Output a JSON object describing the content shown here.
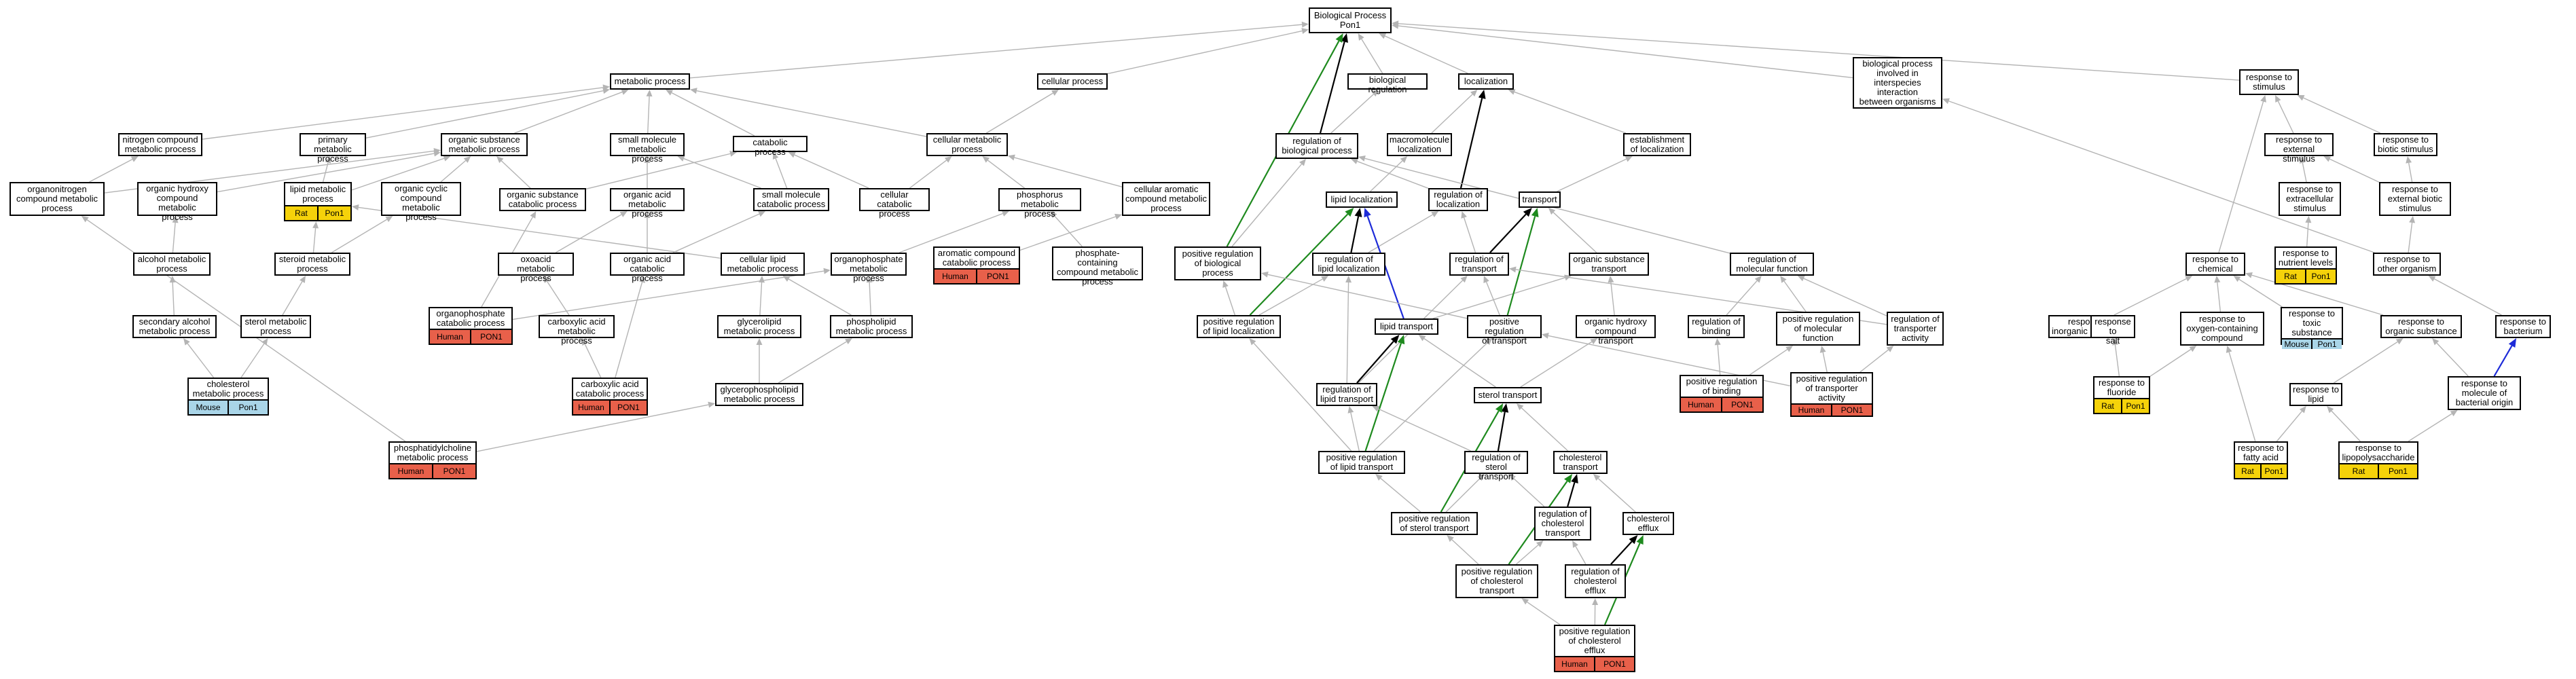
{
  "colors": {
    "edge_default": "#b4b4b4",
    "edge_black": "#000000",
    "edge_green": "#1e8a1e",
    "edge_blue": "#1d2bd8",
    "human": "#e8604a",
    "rat": "#f5d20a",
    "mouse": "#a9d5e8"
  },
  "nodes": [
    {
      "id": "bp",
      "label": "Biological Process\nPon1"
    },
    {
      "id": "metab",
      "label": "metabolic process"
    },
    {
      "id": "cellproc",
      "label": "cellular process"
    },
    {
      "id": "bioreg",
      "label": "biological regulation"
    },
    {
      "id": "loc",
      "label": "localization"
    },
    {
      "id": "interspecies",
      "label": "biological process\ninvolved in\ninterspecies\ninteraction\nbetween organisms"
    },
    {
      "id": "respstim",
      "label": "response to\nstimulus"
    },
    {
      "id": "nitro",
      "label": "nitrogen compound\nmetabolic process"
    },
    {
      "id": "primary",
      "label": "primary metabolic\nprocess"
    },
    {
      "id": "orgsub",
      "label": "organic substance\nmetabolic process"
    },
    {
      "id": "smallmol",
      "label": "small molecule\nmetabolic process"
    },
    {
      "id": "catab",
      "label": "catabolic process"
    },
    {
      "id": "cellmetab",
      "label": "cellular metabolic\nprocess"
    },
    {
      "id": "regbio",
      "label": "regulation of\nbiological process"
    },
    {
      "id": "macroloc",
      "label": "macromolecule\nlocalization"
    },
    {
      "id": "estloc",
      "label": "establishment\nof localization"
    },
    {
      "id": "respext",
      "label": "response to\nexternal stimulus"
    },
    {
      "id": "respbiotic",
      "label": "response to\nbiotic stimulus"
    },
    {
      "id": "orgnitro",
      "label": "organonitrogen\ncompound metabolic\nprocess"
    },
    {
      "id": "orghydroxy",
      "label": "organic hydroxy\ncompound metabolic\nprocess"
    },
    {
      "id": "lipidmetab",
      "label": "lipid metabolic\nprocess",
      "species": "Rat",
      "gene": "Pon1",
      "color": "rat"
    },
    {
      "id": "orgcyclic",
      "label": "organic cyclic\ncompound metabolic\nprocess"
    },
    {
      "id": "orgsubcat",
      "label": "organic substance\ncatabolic process"
    },
    {
      "id": "orgacid",
      "label": "organic acid\nmetabolic process"
    },
    {
      "id": "smallmolcat",
      "label": "small molecule\ncatabolic process"
    },
    {
      "id": "cellcat",
      "label": "cellular catabolic\nprocess"
    },
    {
      "id": "phosmetab",
      "label": "phosphorus metabolic\nprocess"
    },
    {
      "id": "cellarom",
      "label": "cellular aromatic\ncompound metabolic\nprocess"
    },
    {
      "id": "lipidloc",
      "label": "lipid localization"
    },
    {
      "id": "regloc",
      "label": "regulation of\nlocalization"
    },
    {
      "id": "transport",
      "label": "transport"
    },
    {
      "id": "respextra",
      "label": "response to\nextracellular\nstimulus"
    },
    {
      "id": "respextbio",
      "label": "response to\nexternal biotic\nstimulus"
    },
    {
      "id": "alcohol",
      "label": "alcohol metabolic\nprocess"
    },
    {
      "id": "steroid",
      "label": "steroid metabolic\nprocess"
    },
    {
      "id": "oxoacid",
      "label": "oxoacid metabolic\nprocess"
    },
    {
      "id": "orgacidcat",
      "label": "organic acid\ncatabolic process"
    },
    {
      "id": "celllipid",
      "label": "cellular lipid\nmetabolic process"
    },
    {
      "id": "organophos",
      "label": "organophosphate\nmetabolic process"
    },
    {
      "id": "aromcat",
      "label": "aromatic compound\ncatabolic process",
      "species": "Human",
      "gene": "PON1",
      "color": "human"
    },
    {
      "id": "phoscont",
      "label": "phosphate-containing\ncompound metabolic\nprocess"
    },
    {
      "id": "posregbio",
      "label": "positive regulation\nof biological\nprocess"
    },
    {
      "id": "reglipidloc",
      "label": "regulation of\nlipid localization"
    },
    {
      "id": "regtransport",
      "label": "regulation of\ntransport"
    },
    {
      "id": "orgsubtrans",
      "label": "organic substance\ntransport"
    },
    {
      "id": "regmolfunc",
      "label": "regulation of\nmolecular function"
    },
    {
      "id": "respchem",
      "label": "response to\nchemical"
    },
    {
      "id": "respnutrient",
      "label": "response to\nnutrient levels",
      "species": "Rat",
      "gene": "Pon1",
      "color": "rat"
    },
    {
      "id": "respother",
      "label": "response to\nother organism"
    },
    {
      "id": "secalcohol",
      "label": "secondary alcohol\nmetabolic process"
    },
    {
      "id": "sterol",
      "label": "sterol metabolic\nprocess"
    },
    {
      "id": "organophoscat",
      "label": "organophosphate\ncatabolic process",
      "species": "Human",
      "gene": "PON1",
      "color": "human"
    },
    {
      "id": "carbox",
      "label": "carboxylic acid\nmetabolic process"
    },
    {
      "id": "glycerolipid",
      "label": "glycerolipid\nmetabolic process"
    },
    {
      "id": "phospholipid",
      "label": "phospholipid\nmetabolic process"
    },
    {
      "id": "posreglipidloc",
      "label": "positive regulation\nof lipid localization"
    },
    {
      "id": "lipidtrans",
      "label": "lipid transport"
    },
    {
      "id": "posregtrans",
      "label": "positive regulation\nof transport"
    },
    {
      "id": "orghydroxytrans",
      "label": "organic hydroxy\ncompound transport"
    },
    {
      "id": "regbinding",
      "label": "regulation of\nbinding"
    },
    {
      "id": "posregmolfunc",
      "label": "positive regulation\nof molecular\nfunction"
    },
    {
      "id": "regtransact",
      "label": "regulation of\ntransporter\nactivity"
    },
    {
      "id": "respinorg",
      "label": "response to\ninorganic substance"
    },
    {
      "id": "respsalt",
      "label": "response to\nsalt"
    },
    {
      "id": "respoxygen",
      "label": "response to\noxygen-containing\ncompound"
    },
    {
      "id": "resptoxic",
      "label": "response to\ntoxic substance",
      "species": "Mouse",
      "gene": "Pon1",
      "color": "mouse"
    },
    {
      "id": "resporgsub",
      "label": "response to\norganic substance"
    },
    {
      "id": "respbacterium",
      "label": "response to\nbacterium"
    },
    {
      "id": "cholmetab",
      "label": "cholesterol\nmetabolic process",
      "species": "Mouse",
      "gene": "Pon1",
      "color": "mouse"
    },
    {
      "id": "carboxcat",
      "label": "carboxylic acid\ncatabolic process",
      "species": "Human",
      "gene": "PON1",
      "color": "human"
    },
    {
      "id": "glycerophos",
      "label": "glycerophospholipid\nmetabolic process"
    },
    {
      "id": "reglipidtrans",
      "label": "regulation of\nlipid transport"
    },
    {
      "id": "steroltrans",
      "label": "sterol transport"
    },
    {
      "id": "posregbinding",
      "label": "positive regulation\nof binding",
      "species": "Human",
      "gene": "PON1",
      "color": "human"
    },
    {
      "id": "posregtransact",
      "label": "positive regulation\nof transporter\nactivity",
      "species": "Human",
      "gene": "PON1",
      "color": "human"
    },
    {
      "id": "respfluoride",
      "label": "response to\nfluoride",
      "species": "Rat",
      "gene": "Pon1",
      "color": "rat"
    },
    {
      "id": "resplipid",
      "label": "response to\nlipid"
    },
    {
      "id": "respmolbact",
      "label": "response to\nmolecule of\nbacterial origin"
    },
    {
      "id": "phoschol",
      "label": "phosphatidylcholine\nmetabolic process",
      "species": "Human",
      "gene": "PON1",
      "color": "human"
    },
    {
      "id": "posreglipidtrans",
      "label": "positive regulation\nof lipid transport"
    },
    {
      "id": "regsteroltrans",
      "label": "regulation of\nsterol transport"
    },
    {
      "id": "choltrans",
      "label": "cholesterol\ntransport"
    },
    {
      "id": "respfatty",
      "label": "response to\nfatty acid",
      "species": "Rat",
      "gene": "Pon1",
      "color": "rat"
    },
    {
      "id": "resplps",
      "label": "response to\nlipopolysaccharide",
      "species": "Rat",
      "gene": "Pon1",
      "color": "rat"
    },
    {
      "id": "posregsteroltrans",
      "label": "positive regulation\nof sterol transport"
    },
    {
      "id": "regcholtrans",
      "label": "regulation of\ncholesterol\ntransport"
    },
    {
      "id": "cholefflux",
      "label": "cholesterol\nefflux"
    },
    {
      "id": "posregcholtrans",
      "label": "positive regulation\nof cholesterol\ntransport"
    },
    {
      "id": "regcholefflux",
      "label": "regulation of\ncholesterol\nefflux"
    },
    {
      "id": "posregcholefflux",
      "label": "positive regulation\nof cholesterol\nefflux",
      "species": "Human",
      "gene": "PON1",
      "color": "human"
    }
  ],
  "edges": [
    [
      "metab",
      "bp"
    ],
    [
      "cellproc",
      "bp"
    ],
    [
      "bioreg",
      "bp"
    ],
    [
      "loc",
      "bp"
    ],
    [
      "interspecies",
      "bp"
    ],
    [
      "respstim",
      "bp"
    ],
    [
      "nitro",
      "metab"
    ],
    [
      "primary",
      "metab"
    ],
    [
      "orgsub",
      "metab"
    ],
    [
      "smallmol",
      "metab"
    ],
    [
      "catab",
      "metab"
    ],
    [
      "cellmetab",
      "metab"
    ],
    [
      "cellmetab",
      "cellproc"
    ],
    [
      "regbio",
      "bioreg"
    ],
    [
      "regbio",
      "bp",
      "black"
    ],
    [
      "macroloc",
      "loc"
    ],
    [
      "estloc",
      "loc"
    ],
    [
      "respext",
      "respstim"
    ],
    [
      "respbiotic",
      "respstim"
    ],
    [
      "orgnitro",
      "nitro"
    ],
    [
      "orgnitro",
      "orgsub"
    ],
    [
      "orghydroxy",
      "orgsub"
    ],
    [
      "lipidmetab",
      "primary"
    ],
    [
      "lipidmetab",
      "orgsub"
    ],
    [
      "orgcyclic",
      "orgsub"
    ],
    [
      "orgsubcat",
      "orgsub"
    ],
    [
      "orgsubcat",
      "catab"
    ],
    [
      "orgacid",
      "smallmol"
    ],
    [
      "smallmolcat",
      "smallmol"
    ],
    [
      "smallmolcat",
      "catab"
    ],
    [
      "cellcat",
      "catab"
    ],
    [
      "cellcat",
      "cellmetab"
    ],
    [
      "phosmetab",
      "cellmetab"
    ],
    [
      "cellarom",
      "cellmetab"
    ],
    [
      "lipidloc",
      "macroloc"
    ],
    [
      "regloc",
      "regbio"
    ],
    [
      "regloc",
      "loc",
      "black"
    ],
    [
      "transport",
      "estloc"
    ],
    [
      "respextra",
      "respext"
    ],
    [
      "respextbio",
      "respext"
    ],
    [
      "respextbio",
      "respbiotic"
    ],
    [
      "alcohol",
      "orghydroxy"
    ],
    [
      "steroid",
      "lipidmetab"
    ],
    [
      "steroid",
      "orgcyclic"
    ],
    [
      "oxoacid",
      "orgacid"
    ],
    [
      "orgacidcat",
      "orgacid"
    ],
    [
      "orgacidcat",
      "smallmolcat"
    ],
    [
      "celllipid",
      "lipidmetab"
    ],
    [
      "organophos",
      "phosmetab"
    ],
    [
      "aromcat",
      "cellarom"
    ],
    [
      "phoscont",
      "phosmetab"
    ],
    [
      "posregbio",
      "regbio"
    ],
    [
      "posregbio",
      "bp",
      "green"
    ],
    [
      "reglipidloc",
      "regloc"
    ],
    [
      "reglipidloc",
      "lipidloc",
      "black"
    ],
    [
      "regtransport",
      "regloc"
    ],
    [
      "regtransport",
      "transport",
      "black"
    ],
    [
      "orgsubtrans",
      "transport"
    ],
    [
      "regmolfunc",
      "regbio"
    ],
    [
      "respchem",
      "respstim"
    ],
    [
      "respnutrient",
      "respextra"
    ],
    [
      "respother",
      "respextbio"
    ],
    [
      "respother",
      "interspecies"
    ],
    [
      "secalcohol",
      "alcohol"
    ],
    [
      "sterol",
      "steroid"
    ],
    [
      "organophoscat",
      "organophos"
    ],
    [
      "organophoscat",
      "orgsubcat"
    ],
    [
      "carbox",
      "oxoacid"
    ],
    [
      "glycerolipid",
      "celllipid"
    ],
    [
      "phospholipid",
      "organophos"
    ],
    [
      "phospholipid",
      "celllipid"
    ],
    [
      "posreglipidloc",
      "reglipidloc"
    ],
    [
      "posreglipidloc",
      "posregbio"
    ],
    [
      "posreglipidloc",
      "lipidloc",
      "green"
    ],
    [
      "lipidtrans",
      "lipidloc",
      "blue"
    ],
    [
      "lipidtrans",
      "orgsubtrans"
    ],
    [
      "posregtrans",
      "regtransport"
    ],
    [
      "posregtrans",
      "posregbio"
    ],
    [
      "posregtrans",
      "transport",
      "green"
    ],
    [
      "orghydroxytrans",
      "orgsubtrans"
    ],
    [
      "regbinding",
      "regmolfunc"
    ],
    [
      "posregmolfunc",
      "regmolfunc"
    ],
    [
      "regtransact",
      "regmolfunc"
    ],
    [
      "regtransact",
      "regtransport"
    ],
    [
      "respinorg",
      "respchem"
    ],
    [
      "respsalt",
      "respinorg"
    ],
    [
      "respoxygen",
      "respchem"
    ],
    [
      "resptoxic",
      "respchem"
    ],
    [
      "resporgsub",
      "respchem"
    ],
    [
      "respbacterium",
      "respother"
    ],
    [
      "cholmetab",
      "secalcohol"
    ],
    [
      "cholmetab",
      "sterol"
    ],
    [
      "carboxcat",
      "carbox"
    ],
    [
      "carboxcat",
      "orgacidcat"
    ],
    [
      "glycerophos",
      "glycerolipid"
    ],
    [
      "glycerophos",
      "phospholipid"
    ],
    [
      "reglipidtrans",
      "reglipidloc"
    ],
    [
      "reglipidtrans",
      "regtransport"
    ],
    [
      "reglipidtrans",
      "lipidtrans",
      "black"
    ],
    [
      "steroltrans",
      "lipidtrans"
    ],
    [
      "steroltrans",
      "orghydroxytrans"
    ],
    [
      "posregbinding",
      "regbinding"
    ],
    [
      "posregbinding",
      "posregmolfunc"
    ],
    [
      "posregtransact",
      "posregmolfunc"
    ],
    [
      "posregtransact",
      "regtransact"
    ],
    [
      "posregtransact",
      "posregtrans"
    ],
    [
      "respfluoride",
      "respsalt"
    ],
    [
      "respfluoride",
      "respoxygen"
    ],
    [
      "resplipid",
      "resporgsub"
    ],
    [
      "respmolbact",
      "resporgsub"
    ],
    [
      "respmolbact",
      "respbacterium",
      "blue"
    ],
    [
      "phoschol",
      "glycerophos"
    ],
    [
      "phoschol",
      "orgnitro"
    ],
    [
      "posreglipidtrans",
      "reglipidtrans"
    ],
    [
      "posreglipidtrans",
      "posreglipidloc"
    ],
    [
      "posreglipidtrans",
      "posregtrans"
    ],
    [
      "posreglipidtrans",
      "lipidtrans",
      "green"
    ],
    [
      "regsteroltrans",
      "reglipidtrans"
    ],
    [
      "regsteroltrans",
      "steroltrans",
      "black"
    ],
    [
      "choltrans",
      "steroltrans"
    ],
    [
      "respfatty",
      "respoxygen"
    ],
    [
      "respfatty",
      "resplipid"
    ],
    [
      "resplps",
      "resplipid"
    ],
    [
      "resplps",
      "respmolbact"
    ],
    [
      "posregsteroltrans",
      "regsteroltrans"
    ],
    [
      "posregsteroltrans",
      "posreglipidtrans"
    ],
    [
      "posregsteroltrans",
      "steroltrans",
      "green"
    ],
    [
      "regcholtrans",
      "regsteroltrans"
    ],
    [
      "regcholtrans",
      "choltrans",
      "black"
    ],
    [
      "cholefflux",
      "choltrans"
    ],
    [
      "posregcholtrans",
      "regcholtrans"
    ],
    [
      "posregcholtrans",
      "posregsteroltrans"
    ],
    [
      "posregcholtrans",
      "choltrans",
      "green"
    ],
    [
      "regcholefflux",
      "regcholtrans"
    ],
    [
      "regcholefflux",
      "cholefflux",
      "black"
    ],
    [
      "posregcholefflux",
      "regcholefflux"
    ],
    [
      "posregcholefflux",
      "posregcholtrans"
    ],
    [
      "posregcholefflux",
      "cholefflux",
      "green"
    ]
  ]
}
